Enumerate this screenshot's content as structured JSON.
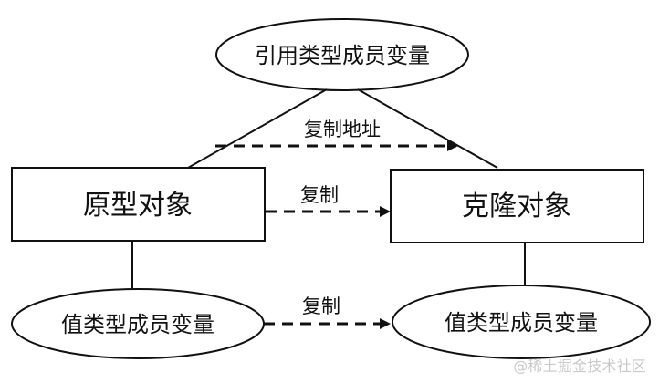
{
  "diagram": {
    "nodes": {
      "prototype": "原型对象",
      "clone": "克隆对象",
      "reference_member": "引用类型成员变量",
      "value_member_left": "值类型成员变量",
      "value_member_right": "值类型成员变量"
    },
    "edge_labels": {
      "copy_address": "复制地址",
      "copy_object": "复制",
      "copy_value": "复制"
    }
  },
  "watermark": "@稀土掘金技术社区"
}
